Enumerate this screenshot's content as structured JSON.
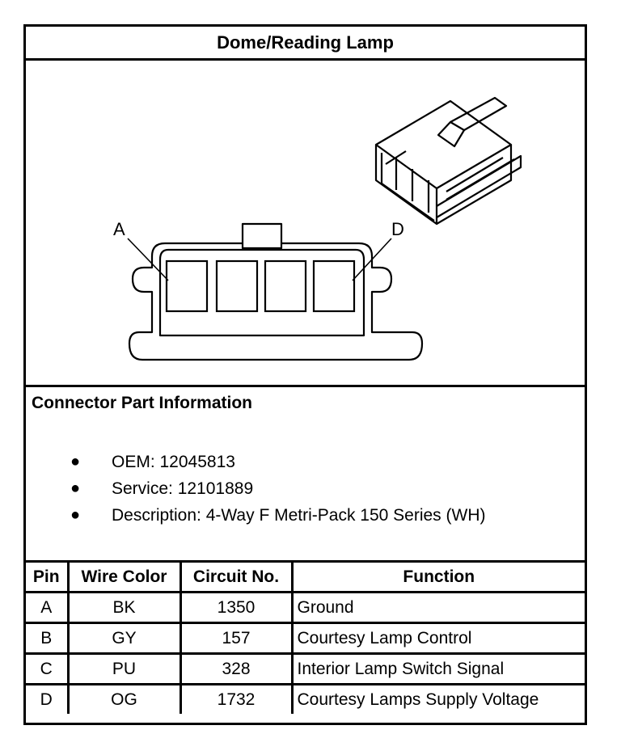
{
  "title": "Dome/Reading Lamp",
  "drawing": {
    "pin_label_left": "A",
    "pin_label_right": "D"
  },
  "connector_info": {
    "heading": "Connector Part Information",
    "bullet_glyph": "●",
    "items": [
      "OEM: 12045813",
      "Service: 12101889",
      "Description: 4-Way F Metri-Pack 150 Series (WH)"
    ]
  },
  "table": {
    "headers": [
      "Pin",
      "Wire Color",
      "Circuit No.",
      "Function"
    ],
    "rows": [
      {
        "pin": "A",
        "wire_color": "BK",
        "circuit": "1350",
        "function": "Ground"
      },
      {
        "pin": "B",
        "wire_color": "GY",
        "circuit": "157",
        "function": "Courtesy Lamp Control"
      },
      {
        "pin": "C",
        "wire_color": "PU",
        "circuit": "328",
        "function": "Interior Lamp Switch Signal"
      },
      {
        "pin": "D",
        "wire_color": "OG",
        "circuit": "1732",
        "function": "Courtesy Lamps Supply Voltage"
      }
    ]
  }
}
